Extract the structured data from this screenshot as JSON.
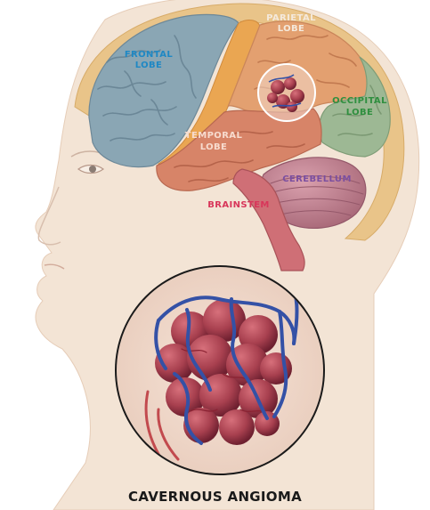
{
  "labels": {
    "frontal_lobe": [
      "FRONTAL",
      "LOBE"
    ],
    "parietal_lobe": [
      "PARIETAL",
      "LOBE"
    ],
    "occipital_lobe": [
      "OCCIPITAL",
      "LOBE"
    ],
    "temporal_lobe": [
      "TEMPORAL",
      "LOBE"
    ],
    "cerebellum": "CEREBELLUM",
    "brainstem": "BRAINSTEM"
  },
  "caption": "CAVERNOUS ANGIOMA",
  "colors": {
    "frontal_lobe": "#8aa6b4",
    "parietal_lobe": "#e3a070",
    "occipital_lobe": "#9db894",
    "temporal_lobe": "#d78468",
    "cerebellum": "#c48392",
    "brainstem": "#cf6f76",
    "skin": "#f3e4d5",
    "skull": "#e9c489",
    "vein": "#3451a6",
    "angioma": "#a8404f",
    "frontal_label": "#1f88c4",
    "parietal_label": "#f4e9dc",
    "occipital_label": "#2f8f3f",
    "temporal_label": "#f7dccf",
    "cerebellum_label": "#7b4fa0",
    "brainstem_label": "#d8365a"
  }
}
